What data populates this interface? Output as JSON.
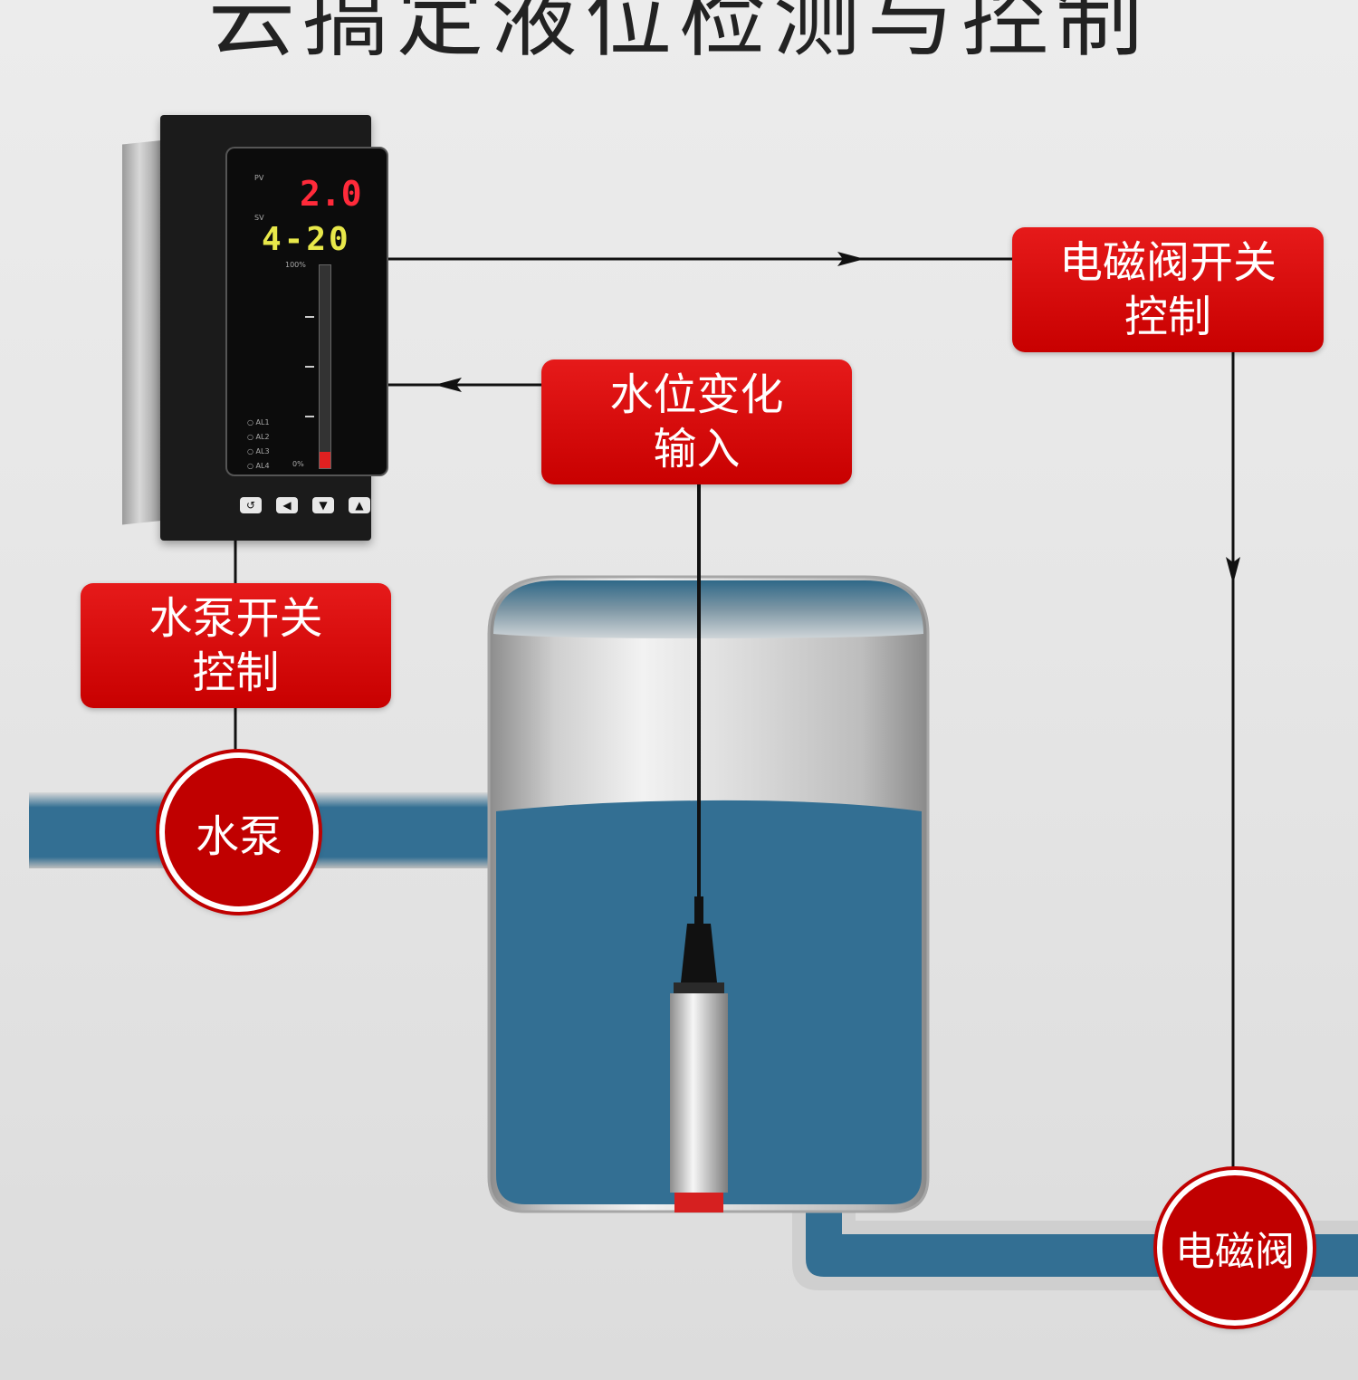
{
  "title": "云搞定液位检测与控制",
  "controller": {
    "pv_label": "PV",
    "pv_value": "2.0",
    "sv_label": "SV",
    "sv_value": "4-20",
    "bar_top_label": "100%",
    "bar_bottom_label": "0%",
    "bar_level": 0.08,
    "alarms": [
      "AL1",
      "AL2",
      "AL3",
      "AL4"
    ],
    "buttons": [
      "↺",
      "◀",
      "▼",
      "▲"
    ]
  },
  "boxes": {
    "valve_control": [
      "电磁阀开关",
      "控制"
    ],
    "water_input": [
      "水位变化",
      "输入"
    ],
    "pump_control": [
      "水泵开关",
      "控制"
    ]
  },
  "circles": {
    "pump": "水泵",
    "valve": "电磁阀"
  },
  "colors": {
    "accent_red": "#d00000",
    "water_blue": "#336f93",
    "line": "#111111"
  }
}
